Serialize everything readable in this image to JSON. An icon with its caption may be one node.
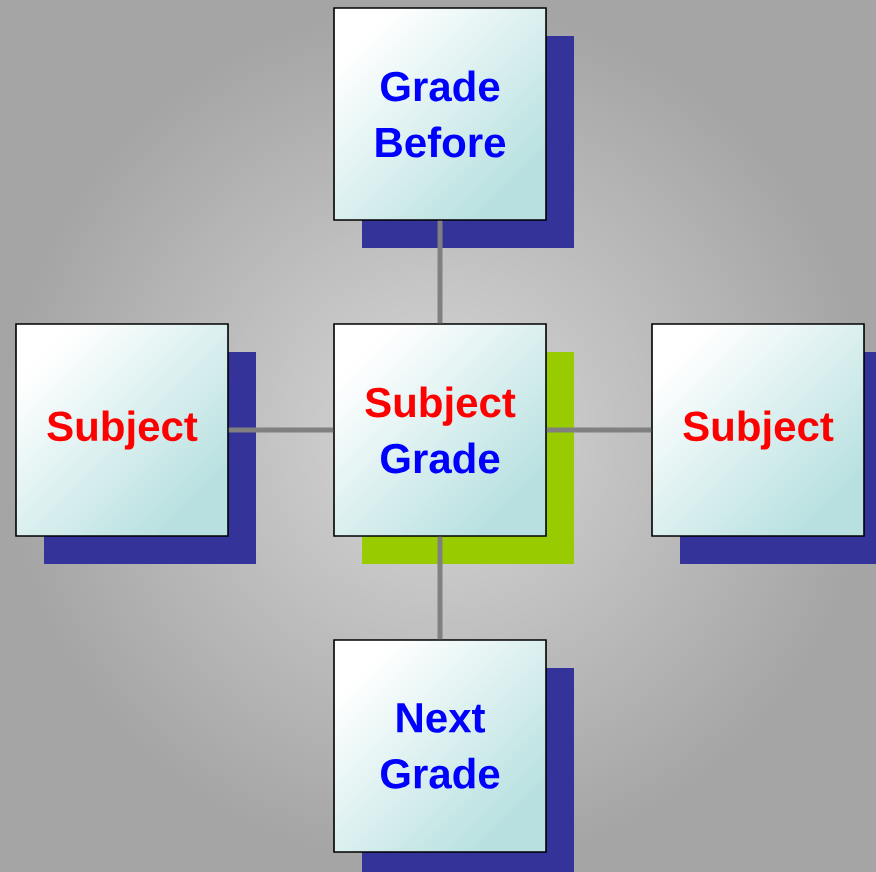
{
  "diagram": {
    "nodes": [
      {
        "text": [
          "Grade Before"
        ]
      },
      {
        "text": [
          "Subject"
        ]
      },
      {
        "text": [
          "Subject",
          "Grade"
        ]
      },
      {
        "text": [
          "Subject"
        ]
      },
      {
        "text": [
          "Next Grade"
        ]
      }
    ],
    "edges": [
      {
        "from": 2,
        "to": 0,
        "arrow": "none"
      },
      {
        "from": 2,
        "to": 1,
        "arrow": "none"
      },
      {
        "from": 2,
        "to": 3,
        "arrow": "none"
      },
      {
        "from": 2,
        "to": 4,
        "arrow": "none"
      }
    ]
  }
}
